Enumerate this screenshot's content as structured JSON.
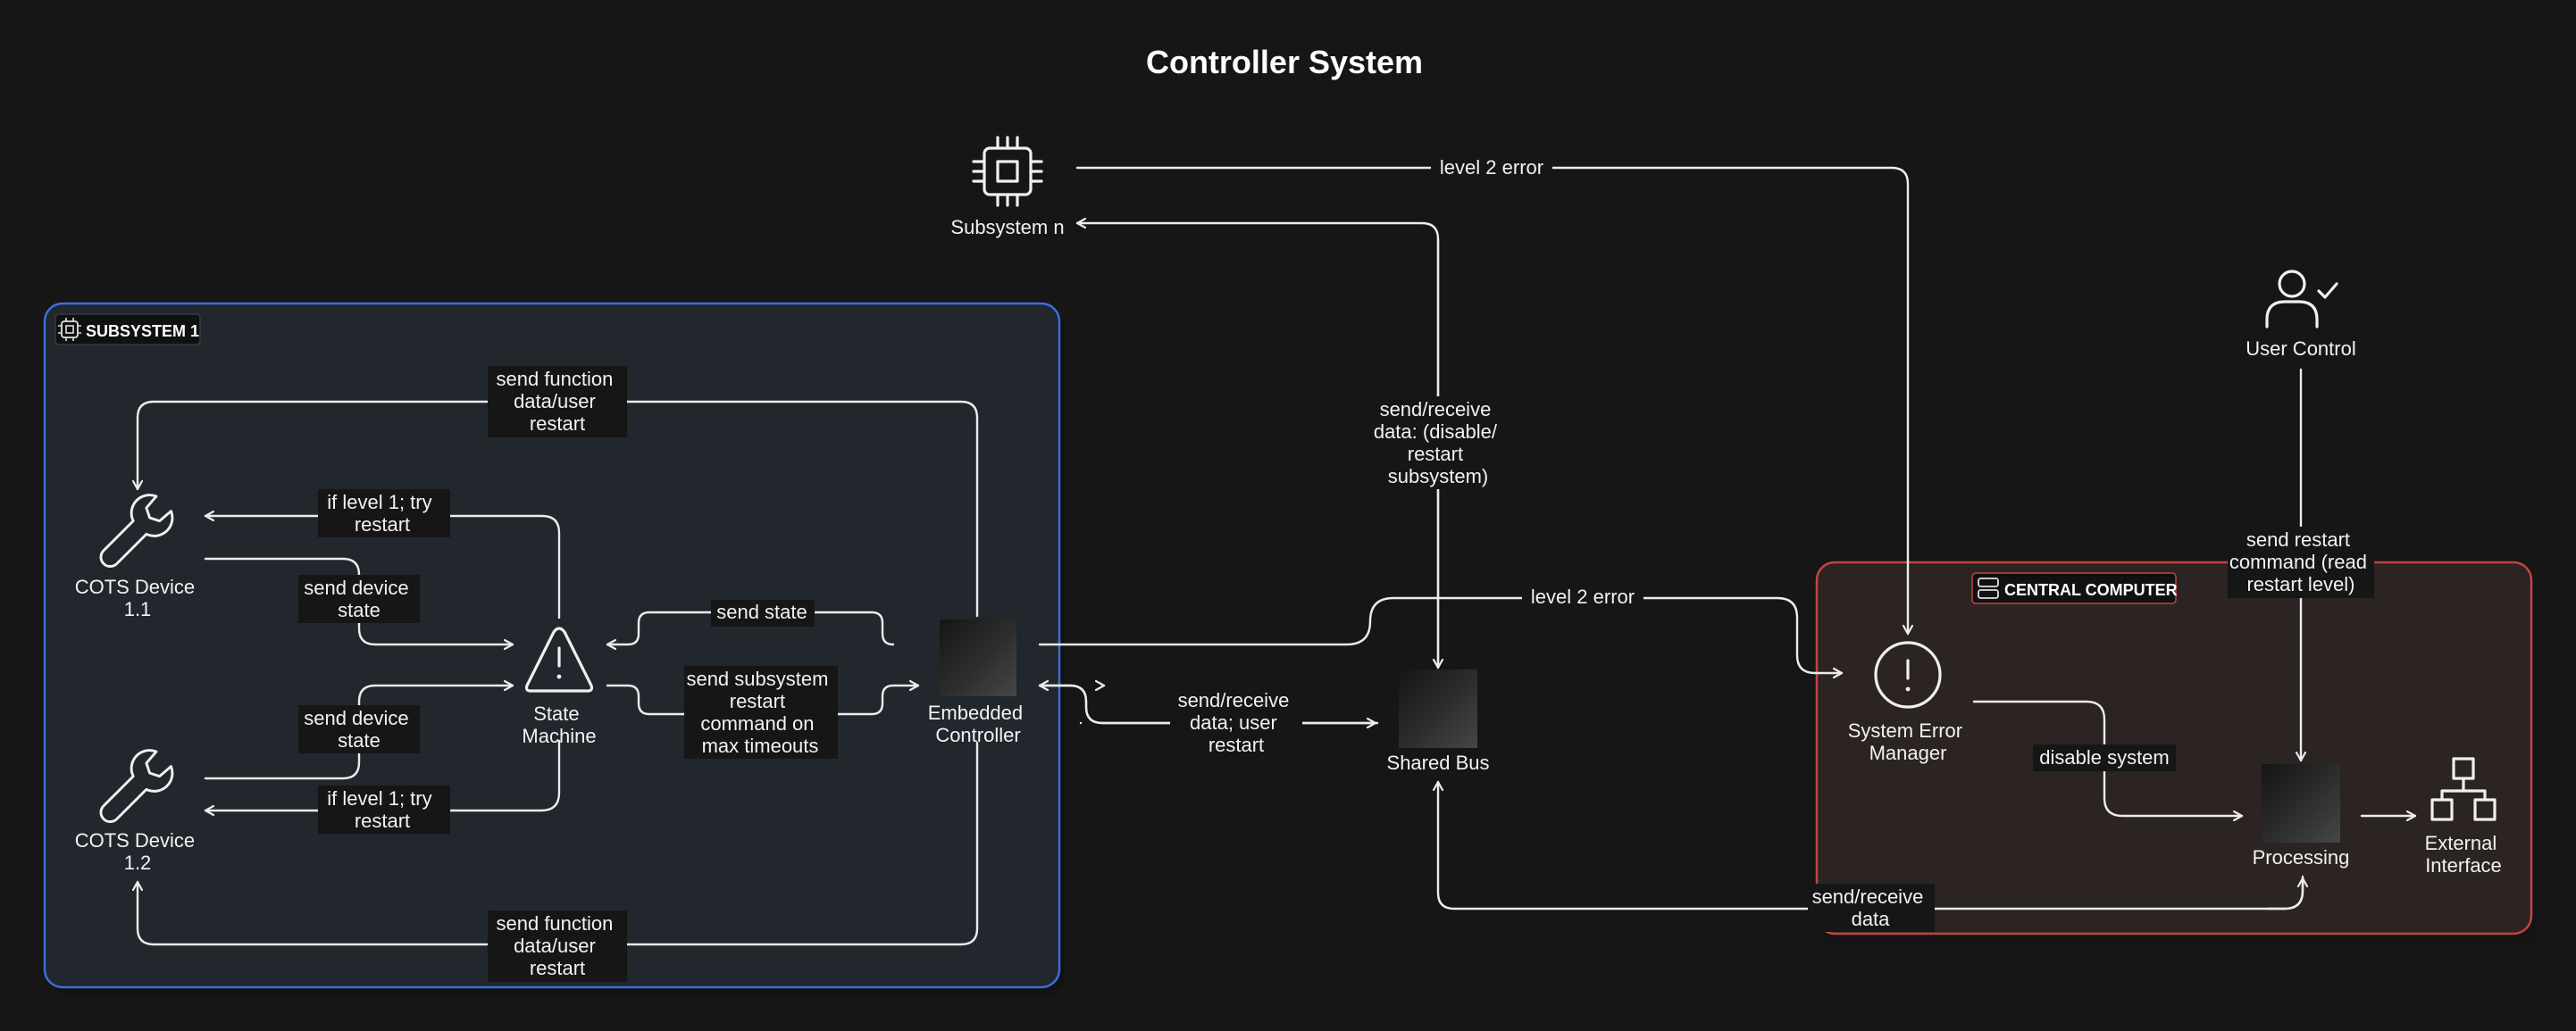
{
  "title": "Controller System",
  "groups": {
    "subsystem1": {
      "label": "SUBSYSTEM 1",
      "icon": "chip-icon",
      "border_color": "#3b6fd8",
      "fill_color": "#22262d"
    },
    "central": {
      "label": "CENTRAL COMPUTER",
      "icon": "server-icon",
      "border_color": "#c2453f",
      "fill_color": "#2c2323"
    }
  },
  "nodes": {
    "subsystem_n": {
      "label": "Subsystem n",
      "icon": "chip-icon"
    },
    "user_control": {
      "label": "User Control",
      "icon": "user-check-icon"
    },
    "cots_11": {
      "line1": "COTS Device",
      "line2": "1.1",
      "icon": "wrench-icon"
    },
    "cots_12": {
      "line1": "COTS Device",
      "line2": "1.2",
      "icon": "wrench-icon"
    },
    "state_machine": {
      "line1": "State",
      "line2": "Machine",
      "icon": "warning-icon"
    },
    "embedded_controller": {
      "line1": "Embedded",
      "line2": "Controller",
      "icon": "box-icon"
    },
    "shared_bus": {
      "label": "Shared Bus",
      "icon": "box-icon"
    },
    "system_error_manager": {
      "line1": "System Error",
      "line2": "Manager",
      "icon": "alert-circle-icon"
    },
    "processing": {
      "label": "Processing",
      "icon": "box-icon"
    },
    "external_interface": {
      "line1": "External",
      "line2": "Interface",
      "icon": "hierarchy-icon"
    }
  },
  "edges": {
    "send_function_top": [
      "send function",
      "data/user",
      "restart"
    ],
    "level1_restart_top": [
      "if level 1; try",
      "restart"
    ],
    "send_device_state_top": [
      "send device",
      "state"
    ],
    "send_state": [
      "send state"
    ],
    "send_subsystem_restart": [
      "send subsystem",
      "restart",
      "command on",
      "max timeouts"
    ],
    "send_device_state_bottom": [
      "send device",
      "state"
    ],
    "level1_restart_bottom": [
      "if level 1; try",
      "restart"
    ],
    "send_function_bottom": [
      "send function",
      "data/user",
      "restart"
    ],
    "send_receive_user_restart": [
      "send/receive",
      "data; user",
      "restart"
    ],
    "send_receive_disable": [
      "send/receive",
      "data: (disable/",
      "restart",
      "subsystem)"
    ],
    "level2_error_top": [
      "level 2 error"
    ],
    "level2_error_mid": [
      "level 2 error"
    ],
    "disable_system": [
      "disable system"
    ],
    "send_restart_command": [
      "send restart",
      "command (read",
      "restart level)"
    ],
    "send_receive_data": [
      "send/receive",
      "data"
    ]
  }
}
